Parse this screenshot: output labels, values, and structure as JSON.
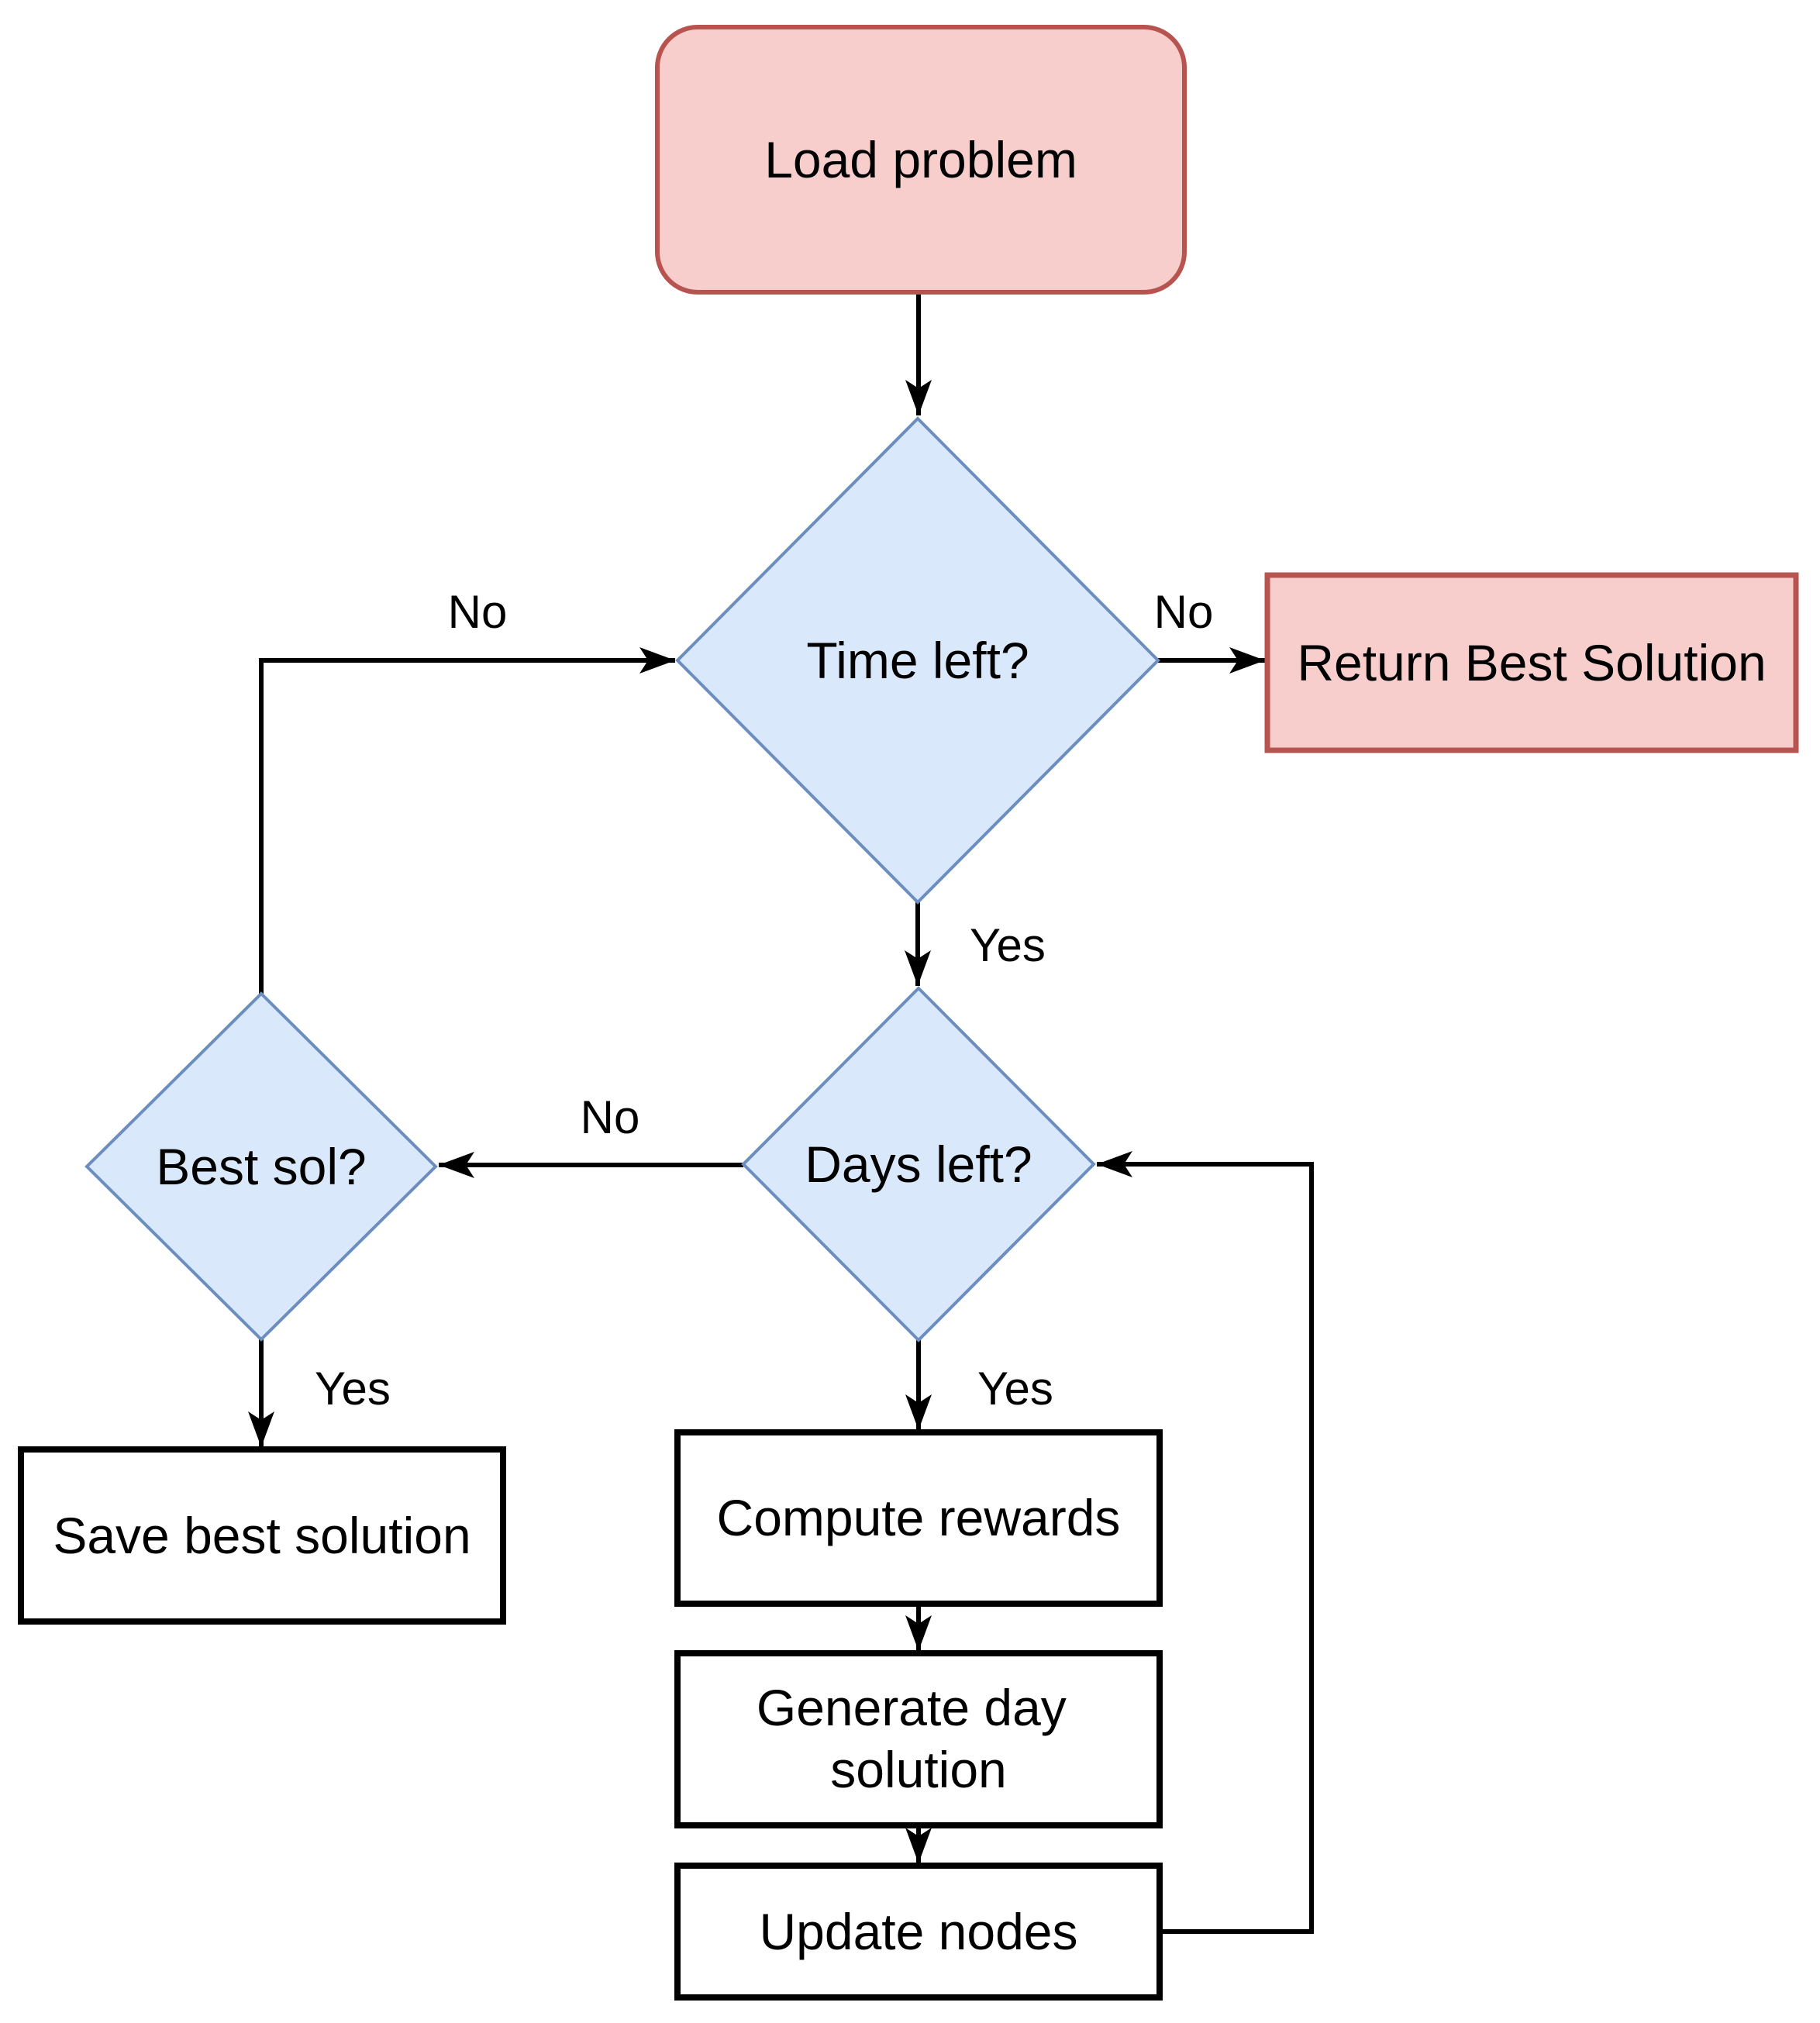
{
  "diagram": {
    "type": "flowchart",
    "background": "#ffffff",
    "colors": {
      "terminal_fill": "#f8cecc",
      "terminal_stroke": "#b85450",
      "decision_fill": "#dae8fc",
      "decision_stroke": "#6c8ebf",
      "process_fill": "#ffffff",
      "process_stroke": "#000000",
      "line": "#000000",
      "text": "#000000"
    },
    "nodes": [
      {
        "id": "load-problem",
        "shape": "rounded-rectangle",
        "style": "terminal",
        "label": "Load problem"
      },
      {
        "id": "time-left",
        "shape": "diamond",
        "style": "decision",
        "label": "Time left?"
      },
      {
        "id": "return-best-solution",
        "shape": "rectangle",
        "style": "terminal",
        "label": "Return Best Solution"
      },
      {
        "id": "best-sol",
        "shape": "diamond",
        "style": "decision",
        "label": "Best sol?"
      },
      {
        "id": "days-left",
        "shape": "diamond",
        "style": "decision",
        "label": "Days left?"
      },
      {
        "id": "save-best-solution",
        "shape": "rectangle",
        "style": "process",
        "label": "Save best solution"
      },
      {
        "id": "compute-rewards",
        "shape": "rectangle",
        "style": "process",
        "label": "Compute rewards"
      },
      {
        "id": "generate-day-solution",
        "shape": "rectangle",
        "style": "process",
        "label": "Generate day solution",
        "label_lines": [
          "Generate day",
          "solution"
        ]
      },
      {
        "id": "update-nodes",
        "shape": "rectangle",
        "style": "process",
        "label": "Update nodes"
      }
    ],
    "edges": [
      {
        "from": "load-problem",
        "to": "time-left",
        "label": ""
      },
      {
        "from": "time-left",
        "to": "return-best-solution",
        "label": "No"
      },
      {
        "from": "time-left",
        "to": "days-left",
        "label": "Yes"
      },
      {
        "from": "days-left",
        "to": "best-sol",
        "label": "No"
      },
      {
        "from": "best-sol",
        "to": "time-left",
        "label": "No"
      },
      {
        "from": "best-sol",
        "to": "save-best-solution",
        "label": "Yes"
      },
      {
        "from": "days-left",
        "to": "compute-rewards",
        "label": "Yes"
      },
      {
        "from": "compute-rewards",
        "to": "generate-day-solution",
        "label": ""
      },
      {
        "from": "generate-day-solution",
        "to": "update-nodes",
        "label": ""
      },
      {
        "from": "update-nodes",
        "to": "days-left",
        "label": ""
      }
    ]
  }
}
